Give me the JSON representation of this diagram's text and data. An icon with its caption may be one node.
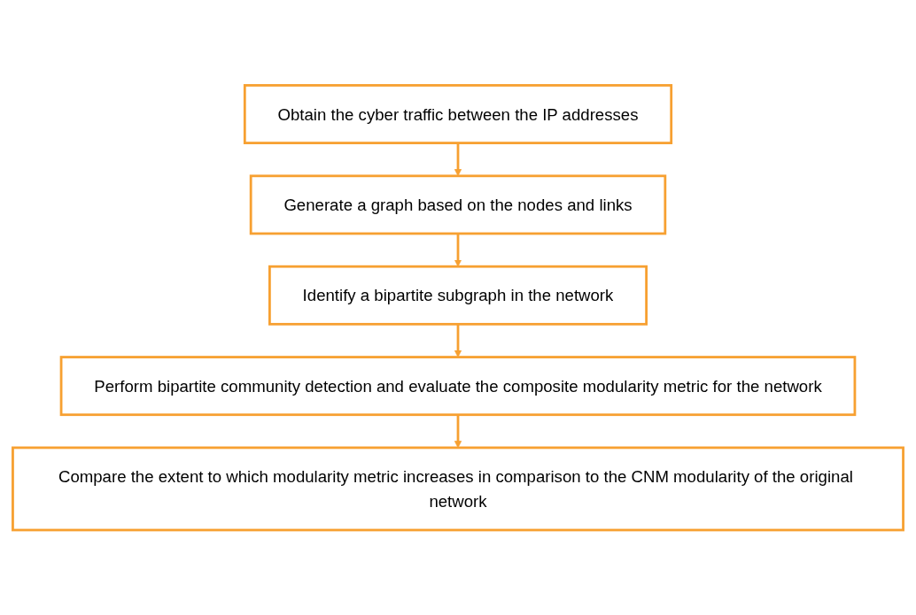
{
  "diagram": {
    "nodes": [
      {
        "text": [
          "Obtain the cyber traffic between the IP addresses"
        ]
      },
      {
        "text": [
          "Generate a graph based on the nodes and links"
        ]
      },
      {
        "text": [
          "Identify a bipartite subgraph in the network"
        ]
      },
      {
        "text": [
          "Perform bipartite community detection and evaluate the composite modularity metric for the network"
        ]
      },
      {
        "text": [
          "Compare the extent to which modularity metric increases in comparison to the CNM modularity of the original network"
        ]
      }
    ],
    "edges": [
      {
        "from": 0,
        "to": 1,
        "arrow": "to"
      },
      {
        "from": 1,
        "to": 2,
        "arrow": "to"
      },
      {
        "from": 2,
        "to": 3,
        "arrow": "to"
      },
      {
        "from": 3,
        "to": 4,
        "arrow": "to"
      }
    ]
  }
}
